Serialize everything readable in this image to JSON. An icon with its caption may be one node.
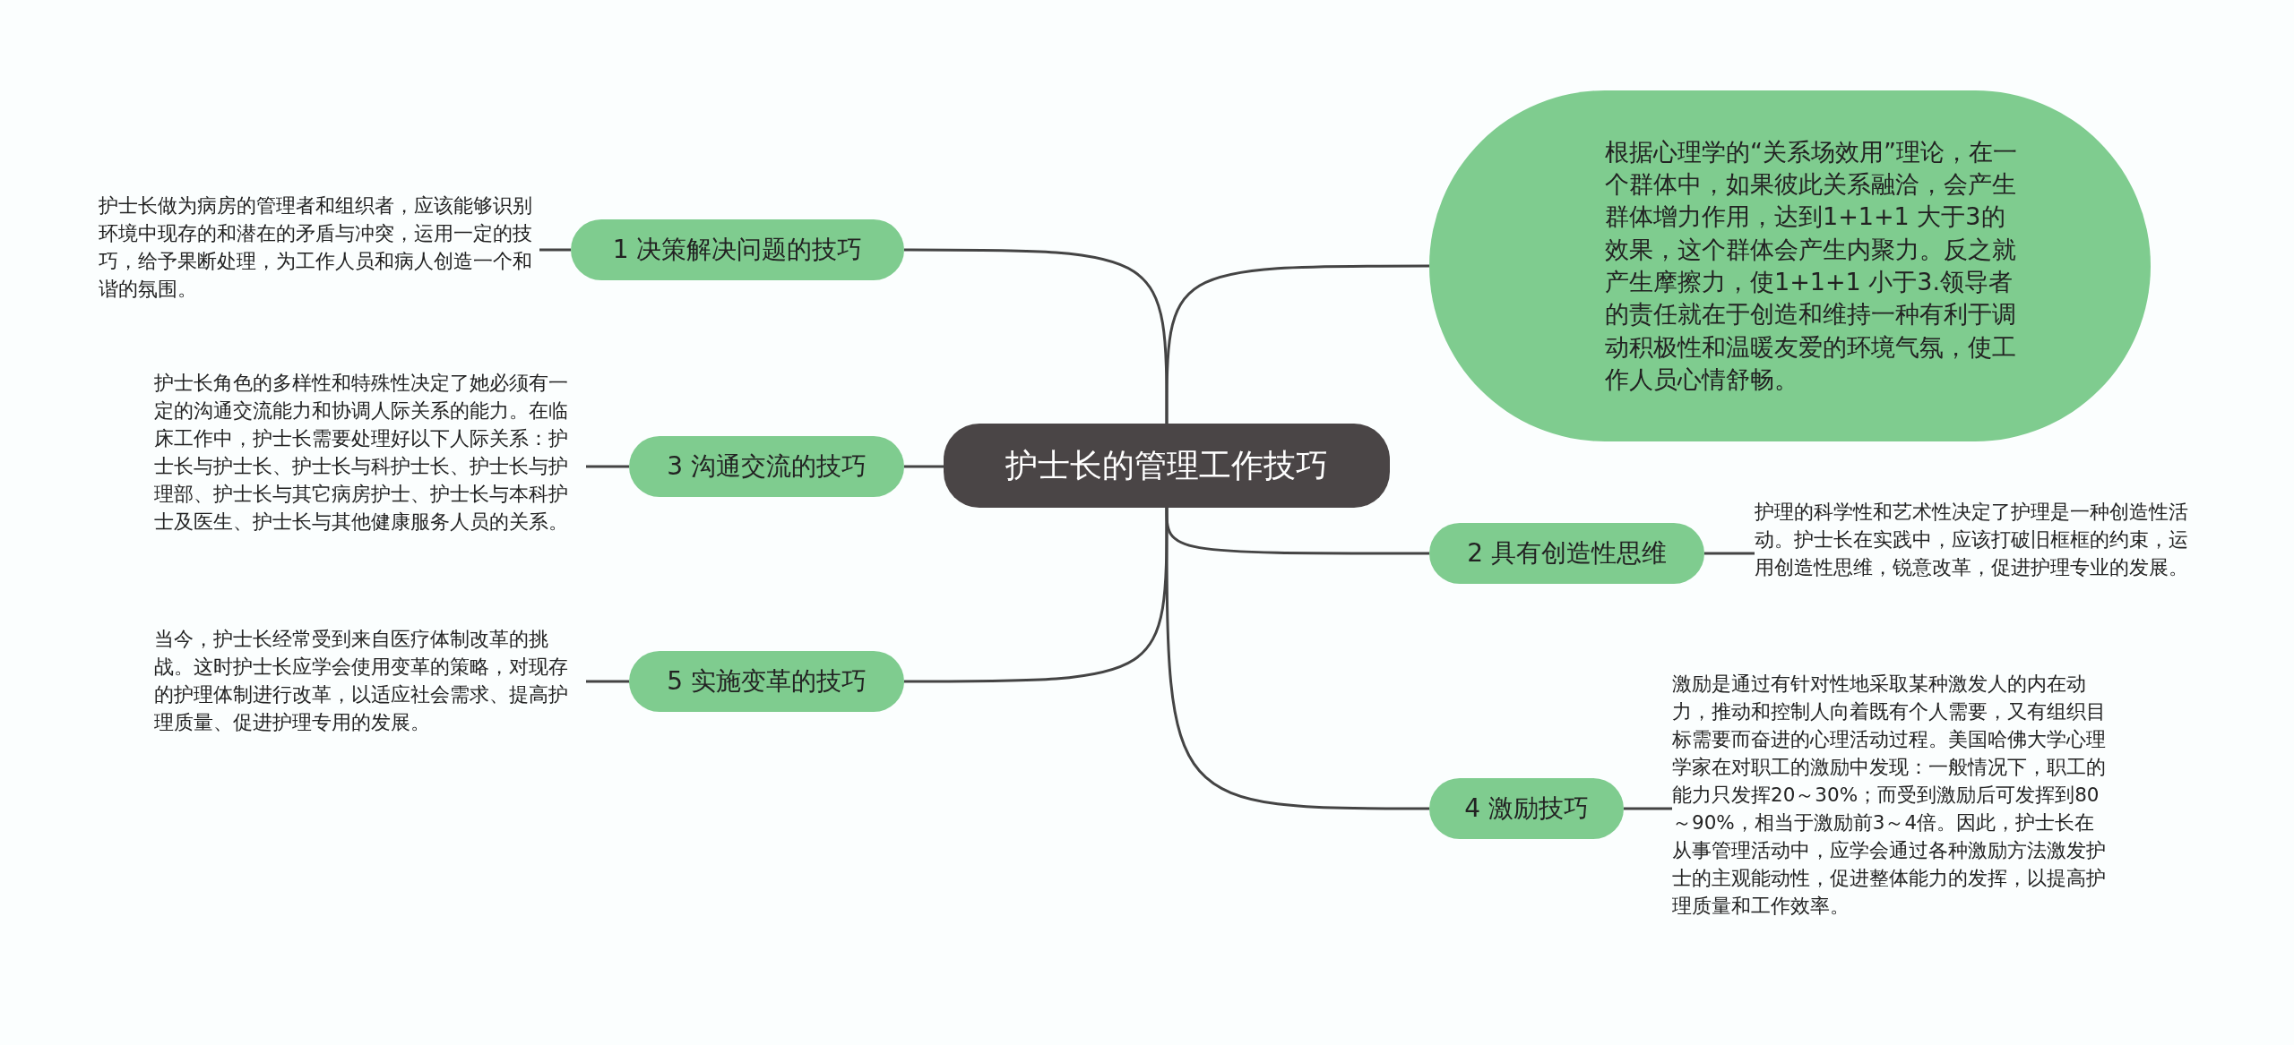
{
  "diagram": {
    "nodes": [
      {
        "text": [
          "护士长的管理工作技巧"
        ]
      },
      {
        "text": [
          "1 决策解决问题的技巧"
        ]
      },
      {
        "text": [
          "护士长做为病房的管理者和组织者，应该能够识别环境中现存的和潜在的矛盾与冲突，运用一定的技巧，给予果断处理，为工作人员和病人创造一个和谐的氛围。"
        ]
      },
      {
        "text": [
          "3 沟通交流的技巧"
        ]
      },
      {
        "text": [
          "护士长角色的多样性和特殊性决定了她必须有一定的沟通交流能力和协调人际关系的能力。在临床工作中，护士长需要处理好以下人际关系：护士长与护士长、护士长与科护士长、护士长与护理部、护士长与其它病房护士、护士长与本科护士及医生、护士长与其他健康服务人员的关系。"
        ]
      },
      {
        "text": [
          "5 实施变革的技巧"
        ]
      },
      {
        "text": [
          "当今，护士长经常受到来自医疗体制改革的挑战。这时护士长应学会使用变革的策略，对现存的护理体制进行改革，以适应社会需求、提高护理质量、促进护理专用的发展。"
        ]
      },
      {
        "text": [
          "根据心理学的“关系场效用”理论，在一个群体中，如果彼此关系融洽，会产生群体增力作用，达到1+1+1 大于3的效果，这个群体会产生内聚力。反之就产生摩擦力，使1+1+1 小于3.领导者的责任就在于创造和维持一种有利于调动积极性和温暖友爱的环境气氛，使工作人员心情舒畅。"
        ]
      },
      {
        "text": [
          "2 具有创造性思维"
        ]
      },
      {
        "text": [
          "护理的科学性和艺术性决定了护理是一种创造性活动。护士长在实践中，应该打破旧框框的约束，运用创造性思维，锐意改革，促进护理专业的发展。"
        ]
      },
      {
        "text": [
          "4 激励技巧"
        ]
      },
      {
        "text": [
          "激励是通过有针对性地采取某种激发人的内在动力，推动和控制人向着既有个人需要，又有组织目标需要而奋进的心理活动过程。美国哈佛大学心理学家在对职工的激励中发现：一般情况下，职工的能力只发挥20～30%；而受到激励后可发挥到80～90%，相当于激励前3～4倍。因此，护士长在从事管理活动中，应学会通过各种激励方法激发护士的主观能动性，促进整体能力的发挥，以提高护理质量和工作效率。"
        ]
      }
    ],
    "edges": [
      {
        "from": 0,
        "to": 1,
        "arrow": "none"
      },
      {
        "from": 1,
        "to": 2,
        "arrow": "none"
      },
      {
        "from": 0,
        "to": 3,
        "arrow": "none"
      },
      {
        "from": 3,
        "to": 4,
        "arrow": "none"
      },
      {
        "from": 0,
        "to": 5,
        "arrow": "none"
      },
      {
        "from": 5,
        "to": 6,
        "arrow": "none"
      },
      {
        "from": 0,
        "to": 7,
        "arrow": "none"
      },
      {
        "from": 0,
        "to": 8,
        "arrow": "none"
      },
      {
        "from": 8,
        "to": 9,
        "arrow": "none"
      },
      {
        "from": 0,
        "to": 10,
        "arrow": "none"
      },
      {
        "from": 10,
        "to": 11,
        "arrow": "none"
      }
    ]
  }
}
